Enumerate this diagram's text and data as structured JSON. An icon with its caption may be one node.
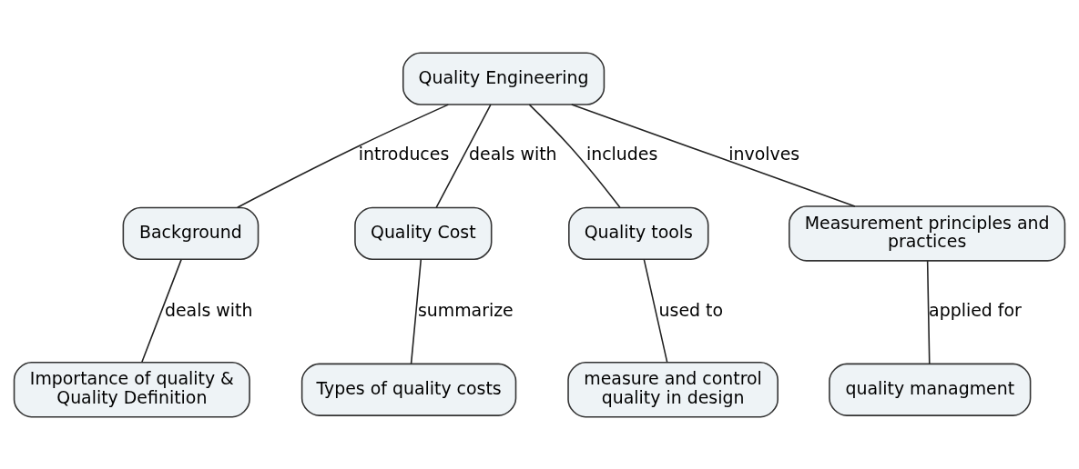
{
  "diagram": {
    "nodes": [
      {
        "text": [
          "Quality Engineering"
        ]
      },
      {
        "text": [
          "Background"
        ]
      },
      {
        "text": [
          "Quality Cost"
        ]
      },
      {
        "text": [
          "Quality tools"
        ]
      },
      {
        "text": [
          "Measurement principles and practices"
        ]
      },
      {
        "text": [
          "Importance of quality & Quality Definition"
        ]
      },
      {
        "text": [
          "Types of quality costs"
        ]
      },
      {
        "text": [
          "measure and control quality in design"
        ]
      },
      {
        "text": [
          "quality managment"
        ]
      }
    ],
    "edges": [
      {
        "from": 0,
        "to": 1,
        "arrow": "none",
        "label": "introduces"
      },
      {
        "from": 0,
        "to": 2,
        "arrow": "none",
        "label": "deals with"
      },
      {
        "from": 0,
        "to": 3,
        "arrow": "none",
        "label": "includes"
      },
      {
        "from": 0,
        "to": 4,
        "arrow": "none",
        "label": "involves"
      },
      {
        "from": 1,
        "to": 5,
        "arrow": "none",
        "label": "deals with"
      },
      {
        "from": 2,
        "to": 6,
        "arrow": "none",
        "label": "summarize"
      },
      {
        "from": 3,
        "to": 7,
        "arrow": "none",
        "label": "used to"
      },
      {
        "from": 4,
        "to": 8,
        "arrow": "none",
        "label": "applied for"
      }
    ]
  }
}
